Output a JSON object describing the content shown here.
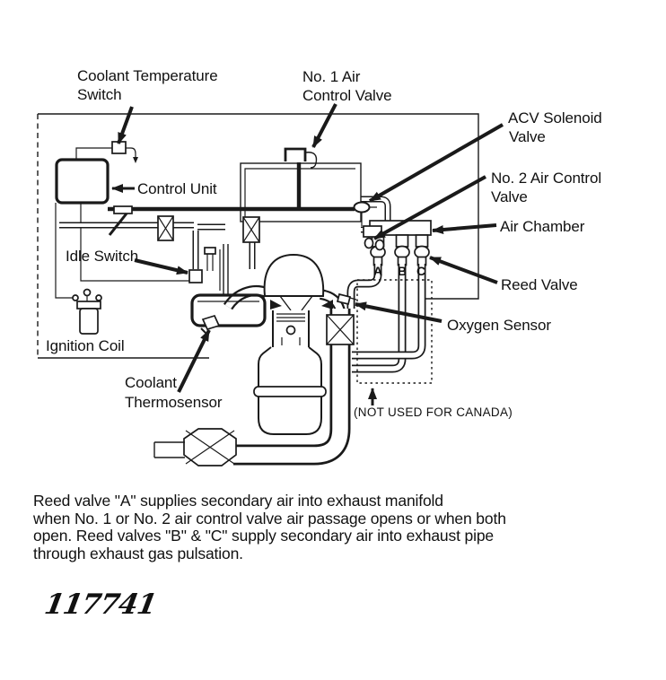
{
  "diagram": {
    "labels": {
      "coolant_temp_switch_1": "Coolant Temperature",
      "coolant_temp_switch_2": "Switch",
      "no1_acv_1": "No. 1 Air",
      "no1_acv_2": "Control Valve",
      "control_unit": "Control Unit",
      "acv_solenoid_1": "ACV Solenoid",
      "acv_solenoid_2": "Valve",
      "no2_acv_1": "No. 2 Air Control",
      "no2_acv_2": "Valve",
      "air_chamber": "Air Chamber",
      "reed_valve": "Reed Valve",
      "oxygen_sensor": "Oxygen Sensor",
      "idle_switch": "Idle Switch",
      "ignition_coil": "Ignition Coil",
      "coolant_thermosensor_1": "Coolant",
      "coolant_thermosensor_2": "Thermosensor",
      "canada_note": "(NOT USED FOR CANADA)",
      "reed_a": "A",
      "reed_b": "B",
      "reed_c": "C"
    },
    "caption": {
      "lines": [
        "Reed valve \"A\" supplies secondary air into exhaust manifold",
        "when No. 1 or No. 2 air control valve air passage opens or when both",
        "open. Reed valves \"B\" & \"C\" supply secondary air into exhaust pipe",
        "through exhaust gas pulsation."
      ]
    },
    "figure_number": "117741",
    "colors": {
      "ink": "#1a1a1a",
      "paper": "#ffffff"
    }
  }
}
